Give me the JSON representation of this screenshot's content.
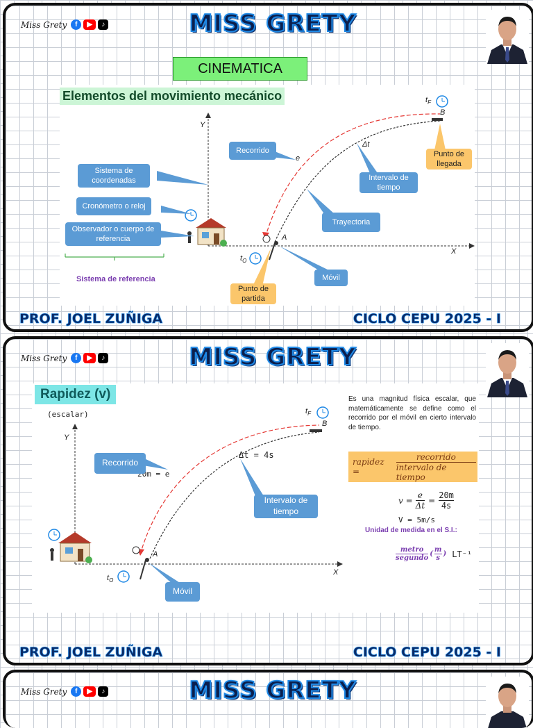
{
  "header": {
    "brand_small": "Miss Grety",
    "title": "MISS GRETY",
    "icons": [
      "facebook-icon",
      "youtube-icon",
      "tiktok-icon"
    ]
  },
  "footer": {
    "left": "PROF. JOEL ZUÑIGA",
    "right": "CICLO CEPU 2025 - I"
  },
  "slide1": {
    "label": "CINEMATICA",
    "heading": "Elementos del movimiento mecánico",
    "axis_y": "Y",
    "axis_x": "X",
    "callouts": {
      "recorrido": "Recorrido",
      "sistema": "Sistema de coordenadas",
      "cronometro": "Cronómetro o reloj",
      "observador": "Observador o cuerpo de referencia",
      "intervalo": "Intervalo de tiempo",
      "trayectoria": "Trayectoria",
      "movil": "Móvil",
      "partida": "Punto de partida",
      "llegada": "Punto de llegada"
    },
    "sistema_referencia": "Sistema de referencia",
    "symbols": {
      "e": "e",
      "dt": "Δt",
      "tF": "t",
      "tF_sub": "F",
      "t0": "t",
      "t0_sub": "O",
      "A": "A",
      "B": "B"
    }
  },
  "slide2": {
    "heading": "Rapidez (v)",
    "note_scalar": "(escalar)",
    "axis_y": "Y",
    "axis_x": "X",
    "callouts": {
      "recorrido": "Recorrido",
      "intervalo": "Intervalo de tiempo",
      "movil": "Móvil"
    },
    "handwritten": {
      "e": "20m = e",
      "dt": "Δt = 4s",
      "v": "V = 5m/s",
      "lt": "LT⁻¹"
    },
    "definition": "Es una magnitud física escalar, que matemáticamente se define como el recorrido por el móvil en cierto intervalo de tiempo.",
    "formula": {
      "lhs": "rapidez =",
      "num": "recorrido",
      "den": "intervalo de tiempo"
    },
    "formula2": {
      "lhs": "v =",
      "num": "e",
      "den": "Δt",
      "eq": "=",
      "num2": "20m",
      "den2": "4s"
    },
    "unit_title": "Unidad de medida en el S.I.:",
    "unit": {
      "num": "metro",
      "den": "segundo",
      "paren_num": "m",
      "paren_den": "s"
    },
    "symbols": {
      "tF": "t",
      "tF_sub": "F",
      "t0": "t",
      "t0_sub": "O",
      "A": "A",
      "B": "B"
    }
  },
  "colors": {
    "callout": "#5b9bd5",
    "callout_orange": "#fbc66b",
    "label_green": "#7cf07a",
    "path_red": "#e53935",
    "banner": "#1e88e5"
  }
}
